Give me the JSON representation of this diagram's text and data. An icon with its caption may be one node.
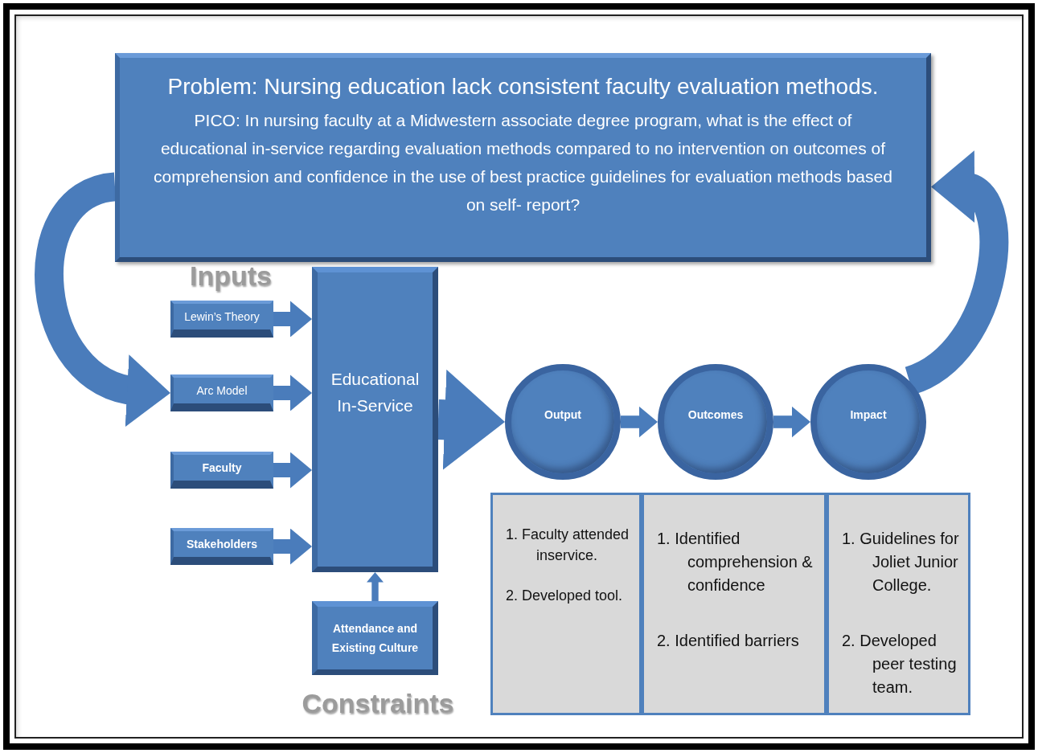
{
  "diagram": {
    "nodes": [
      {
        "text": [
          "Problem: Nursing education lack consistent faculty evaluation methods.",
          "PICO: In nursing faculty at a Midwestern associate degree program, what is the effect of educational in-service regarding evaluation methods compared to no intervention on outcomes of comprehension and confidence in the use of best practice guidelines for evaluation methods based on self- report?"
        ]
      },
      {
        "text": [
          "Lewin’s Theory"
        ]
      },
      {
        "text": [
          "Arc Model"
        ]
      },
      {
        "text": [
          "Faculty"
        ]
      },
      {
        "text": [
          "Stakeholders"
        ]
      },
      {
        "text": [
          "Educational In-Service"
        ]
      },
      {
        "text": [
          "Attendance and Existing Culture"
        ]
      },
      {
        "text": [
          "Output"
        ]
      },
      {
        "text": [
          "Outcomes"
        ]
      },
      {
        "text": [
          "Impact"
        ]
      },
      {
        "text": [
          "1. Faculty attended inservice.",
          "2. Developed tool."
        ]
      },
      {
        "text": [
          "1. Identified comprehension & confidence",
          "2. Identified barriers"
        ]
      },
      {
        "text": [
          "1. Guidelines for Joliet Junior College.",
          "2. Developed peer testing team."
        ]
      }
    ],
    "edges": [
      {
        "from": 6,
        "to": 5,
        "arrow": "to"
      },
      {
        "from": 5,
        "to": 7,
        "arrow": "to",
        "style": "thick"
      },
      {
        "from": 7,
        "to": 8,
        "arrow": "to"
      },
      {
        "from": 8,
        "to": 9,
        "arrow": "to"
      },
      {
        "from": 9,
        "to": 0,
        "arrow": "to",
        "style": "thick"
      },
      {
        "from": 0,
        "to": 2,
        "arrow": "to",
        "style": "thick"
      },
      {
        "from": 1,
        "to": 5,
        "arrow": "to"
      },
      {
        "from": 2,
        "to": 5,
        "arrow": "to"
      },
      {
        "from": 3,
        "to": 5,
        "arrow": "to"
      },
      {
        "from": 4,
        "to": 5,
        "arrow": "to"
      }
    ],
    "labels": [
      "Inputs",
      "Constraints"
    ]
  }
}
